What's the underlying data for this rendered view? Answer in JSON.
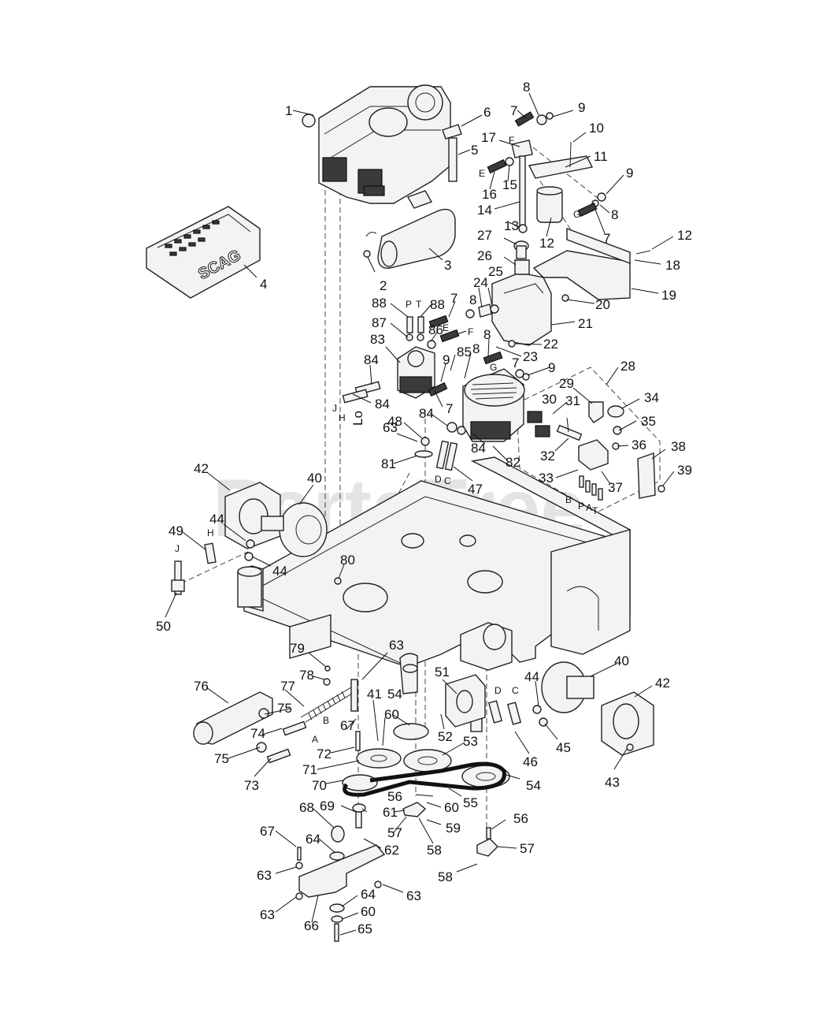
{
  "watermark": "PartsTree",
  "brand_logo": "SCAG",
  "callouts": [
    "1",
    "2",
    "3",
    "4",
    "5",
    "6",
    "7",
    "8",
    "9",
    "10",
    "11",
    "12",
    "13",
    "14",
    "15",
    "16",
    "17",
    "18",
    "19",
    "20",
    "21",
    "22",
    "23",
    "24",
    "25",
    "26",
    "27",
    "28",
    "29",
    "30",
    "31",
    "32",
    "33",
    "34",
    "35",
    "36",
    "37",
    "38",
    "39",
    "40",
    "41",
    "42",
    "43",
    "44",
    "45",
    "46",
    "47",
    "48",
    "49",
    "50",
    "51",
    "52",
    "53",
    "54",
    "55",
    "56",
    "57",
    "58",
    "59",
    "60",
    "61",
    "62",
    "63",
    "64",
    "65",
    "66",
    "67",
    "68",
    "69",
    "70",
    "71",
    "72",
    "73",
    "74",
    "75",
    "76",
    "77",
    "78",
    "79",
    "80",
    "81",
    "82",
    "83",
    "84",
    "85",
    "86",
    "87",
    "88"
  ],
  "port_letters": [
    "A",
    "B",
    "C",
    "D",
    "E",
    "F",
    "G",
    "H",
    "J",
    "P",
    "T"
  ],
  "port_label_lo": "Lo"
}
